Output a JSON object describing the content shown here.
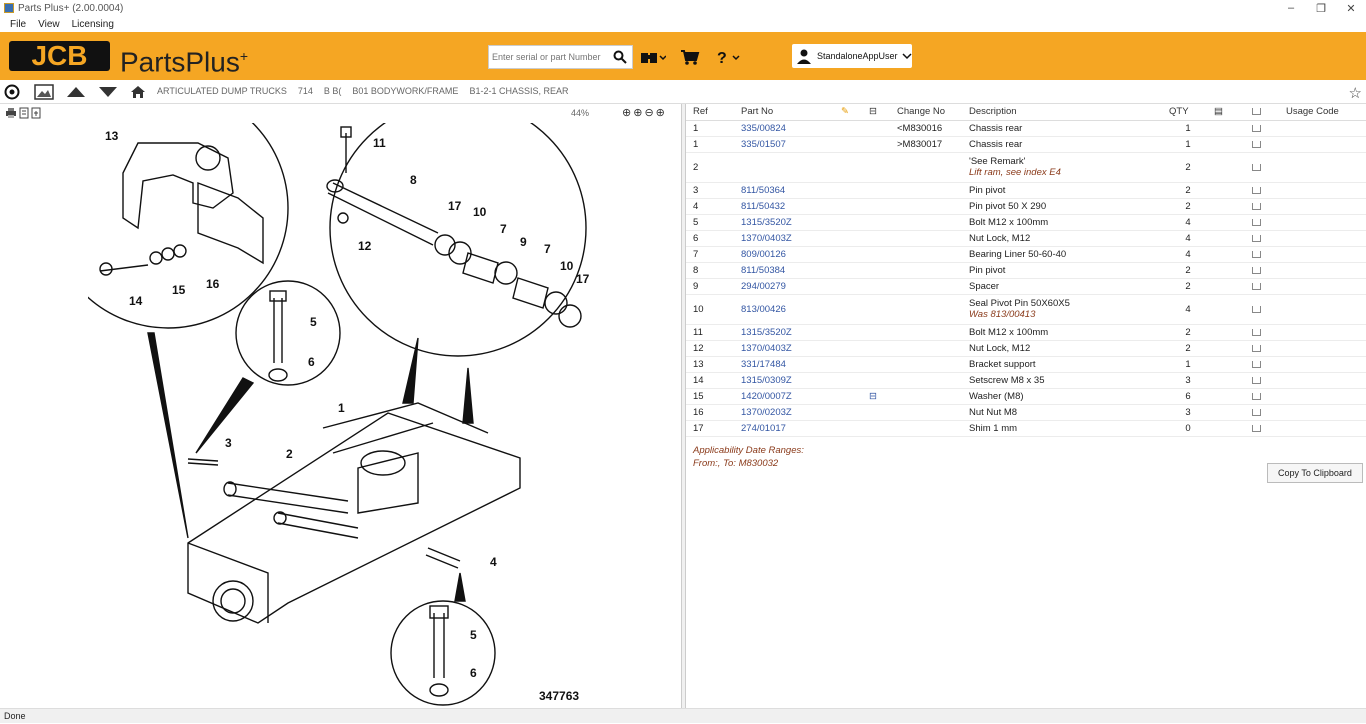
{
  "window": {
    "title": "Parts Plus+ (2.00.0004)"
  },
  "menu": [
    "File",
    "View",
    "Licensing"
  ],
  "header": {
    "logo": "JCB",
    "product": "PartsPlus",
    "product_mark": "+",
    "search_placeholder": "Enter serial or part Number",
    "user": "StandaloneAppUser",
    "accent": "#f5a623"
  },
  "breadcrumb": [
    "ARTICULATED DUMP TRUCKS",
    "714",
    "B B(",
    "B01 BODYWORK/FRAME",
    "B1-2-1 CHASSIS, REAR"
  ],
  "viewer": {
    "zoom": "44%",
    "drawing_id": "347763"
  },
  "table": {
    "headers": {
      "ref": "Ref",
      "part_no": "Part No",
      "change_no": "Change No",
      "description": "Description",
      "qty": "QTY",
      "usage": "Usage Code"
    },
    "rows": [
      {
        "ref": "1",
        "part": "335/00824",
        "change": "<M830016",
        "desc": "Chassis rear",
        "remark": "",
        "qty": "1"
      },
      {
        "ref": "1",
        "part": "335/01507",
        "change": ">M830017",
        "desc": "Chassis rear",
        "remark": "",
        "qty": "1"
      },
      {
        "ref": "2",
        "part": "",
        "change": "",
        "desc": "'See Remark'",
        "remark": "Lift ram, see index E4",
        "qty": "2"
      },
      {
        "ref": "3",
        "part": "811/50364",
        "change": "",
        "desc": "Pin pivot",
        "remark": "",
        "qty": "2"
      },
      {
        "ref": "4",
        "part": "811/50432",
        "change": "",
        "desc": "Pin pivot 50 X 290",
        "remark": "",
        "qty": "2"
      },
      {
        "ref": "5",
        "part": "1315/3520Z",
        "change": "",
        "desc": "Bolt M12 x 100mm",
        "remark": "",
        "qty": "4"
      },
      {
        "ref": "6",
        "part": "1370/0403Z",
        "change": "",
        "desc": "Nut Lock, M12",
        "remark": "",
        "qty": "4"
      },
      {
        "ref": "7",
        "part": "809/00126",
        "change": "",
        "desc": "Bearing Liner 50-60-40",
        "remark": "",
        "qty": "4"
      },
      {
        "ref": "8",
        "part": "811/50384",
        "change": "",
        "desc": "Pin pivot",
        "remark": "",
        "qty": "2"
      },
      {
        "ref": "9",
        "part": "294/00279",
        "change": "",
        "desc": "Spacer",
        "remark": "",
        "qty": "2"
      },
      {
        "ref": "10",
        "part": "813/00426",
        "change": "",
        "desc": "Seal Pivot Pin 50X60X5",
        "remark": "Was 813/00413",
        "qty": "4"
      },
      {
        "ref": "11",
        "part": "1315/3520Z",
        "change": "",
        "desc": "Bolt M12 x 100mm",
        "remark": "",
        "qty": "2"
      },
      {
        "ref": "12",
        "part": "1370/0403Z",
        "change": "",
        "desc": "Nut Lock, M12",
        "remark": "",
        "qty": "2"
      },
      {
        "ref": "13",
        "part": "331/17484",
        "change": "",
        "desc": "Bracket support",
        "remark": "",
        "qty": "1"
      },
      {
        "ref": "14",
        "part": "1315/0309Z",
        "change": "",
        "desc": "Setscrew M8 x 35",
        "remark": "",
        "qty": "3"
      },
      {
        "ref": "15",
        "part": "1420/0007Z",
        "change": "",
        "desc": "Washer (M8)",
        "remark": "",
        "qty": "6"
      },
      {
        "ref": "16",
        "part": "1370/0203Z",
        "change": "",
        "desc": "Nut Nut M8",
        "remark": "",
        "qty": "3"
      },
      {
        "ref": "17",
        "part": "274/01017",
        "change": "",
        "desc": "Shim 1 mm",
        "remark": "",
        "qty": "0"
      }
    ]
  },
  "applicability": {
    "title": "Applicability Date Ranges:",
    "range": "From:, To: M830032"
  },
  "copy_button": "Copy To Clipboard",
  "status": "Done"
}
